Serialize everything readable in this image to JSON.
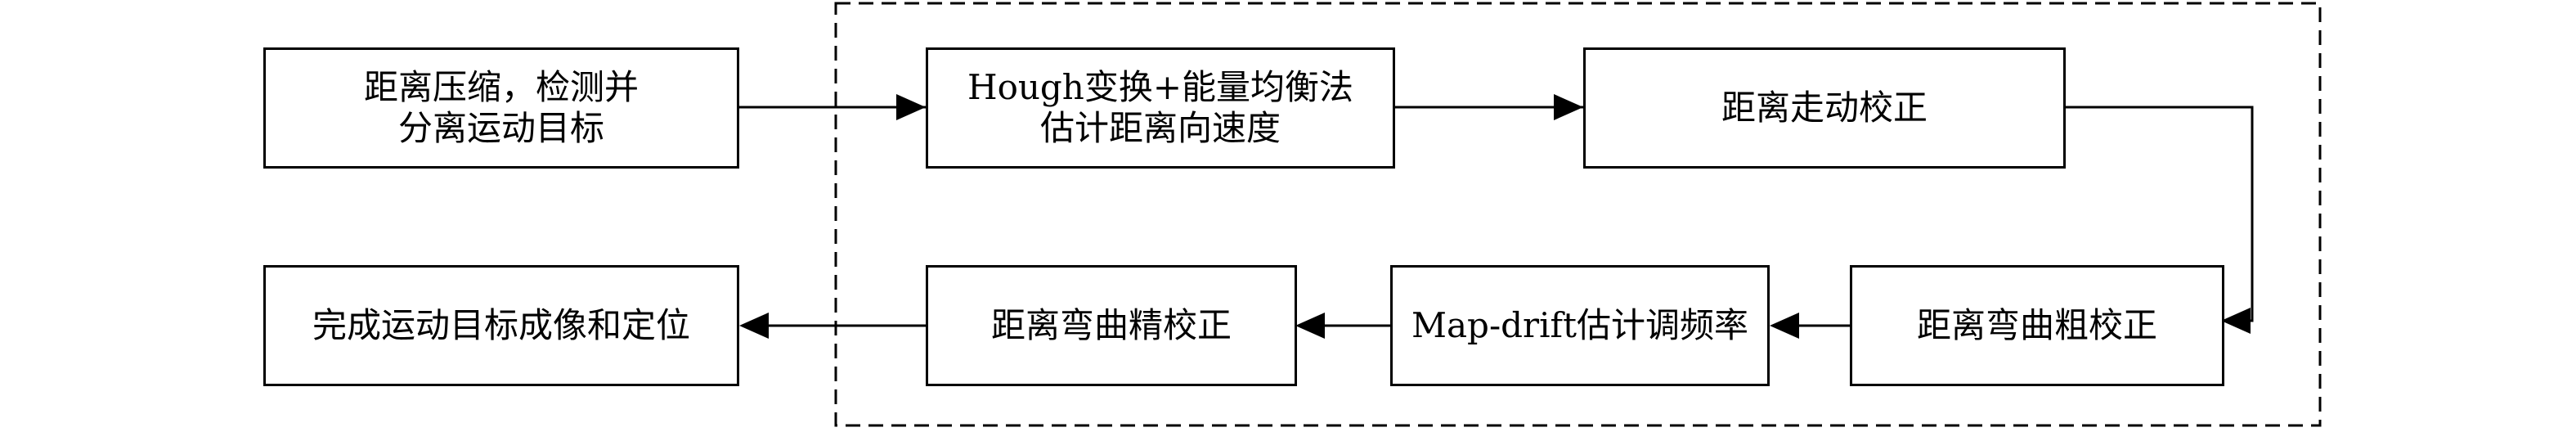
{
  "nodes": {
    "range_compress": {
      "lines": [
        "距离压缩，检测并",
        "分离运动目标"
      ]
    },
    "hough": {
      "lines": [
        "Hough变换+能量均衡法",
        "估计距离向速度"
      ]
    },
    "range_walk": {
      "lines": [
        "距离走动校正"
      ]
    },
    "coarse_curve": {
      "lines": [
        "距离弯曲粗校正"
      ]
    },
    "map_drift": {
      "lines": [
        "Map-drift估计调频率"
      ]
    },
    "fine_curve": {
      "lines": [
        "距离弯曲精校正"
      ]
    },
    "imaging": {
      "lines": [
        "完成运动目标成像和定位"
      ]
    }
  },
  "colors": {
    "stroke": "#000000",
    "background": "#ffffff"
  }
}
